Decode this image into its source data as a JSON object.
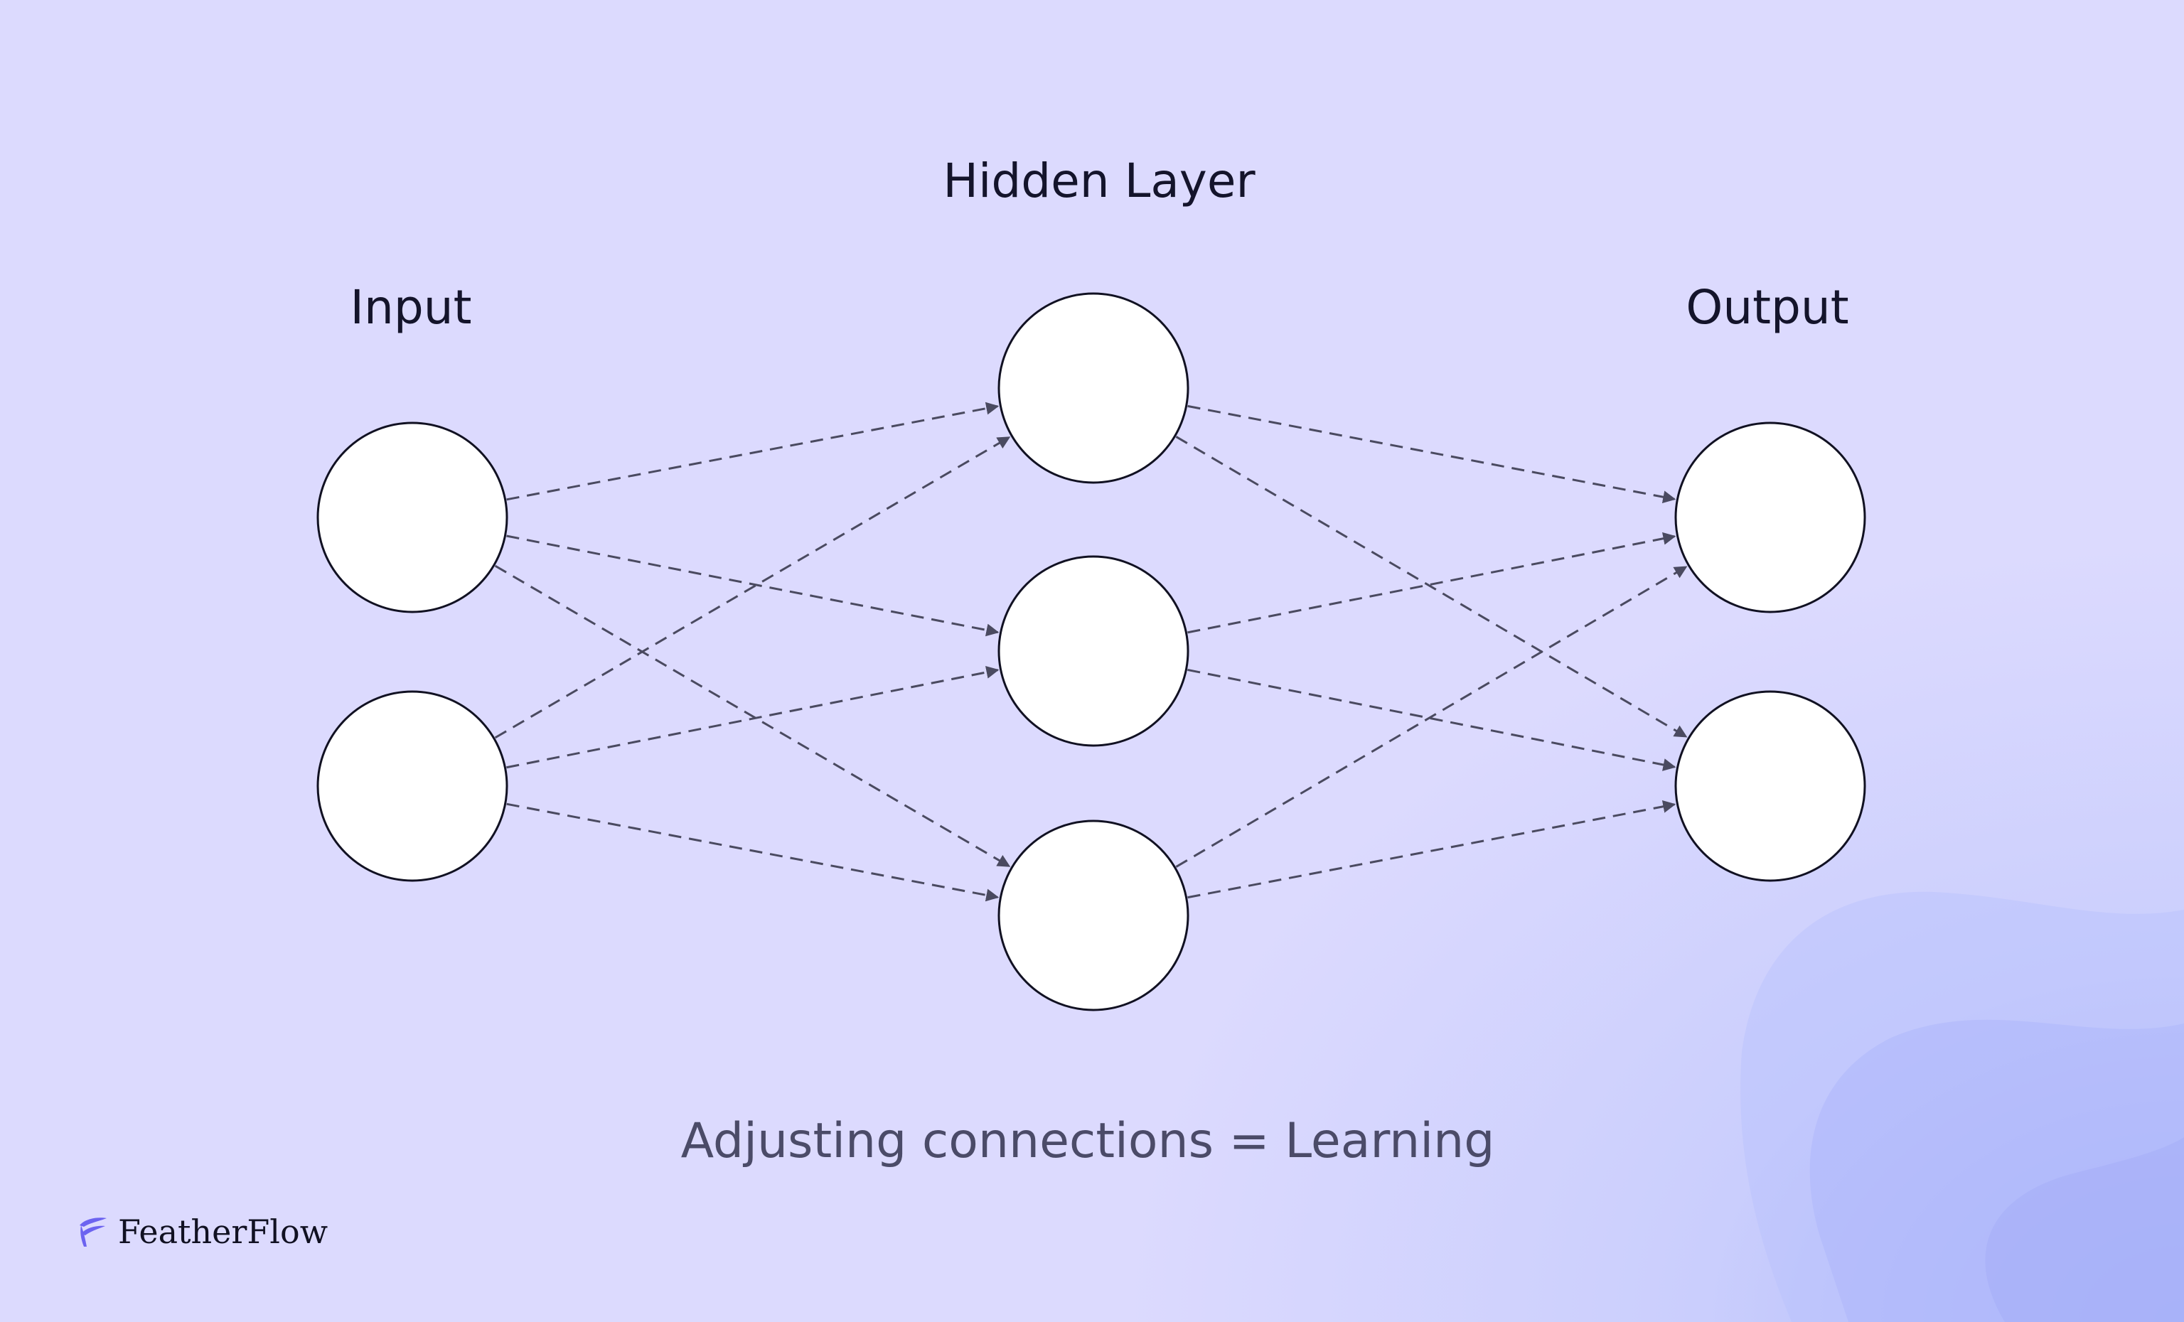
{
  "diagram": {
    "labels": {
      "hidden": "Hidden Layer",
      "input": "Input",
      "output": "Output"
    },
    "caption": "Adjusting connections = Learning",
    "nodes": {
      "input": 2,
      "hidden": 3,
      "output": 2
    },
    "connections": "fully-connected, dashed arrows"
  },
  "brand": {
    "name": "FeatherFlow",
    "icon": "feather-icon",
    "accent": "#6c63f0"
  },
  "colors": {
    "background": "#dcdafe",
    "node_fill": "#ffffff",
    "node_stroke": "#111122",
    "connector": "#4a4a60",
    "text": "#14142b",
    "caption": "#4b4b68"
  }
}
